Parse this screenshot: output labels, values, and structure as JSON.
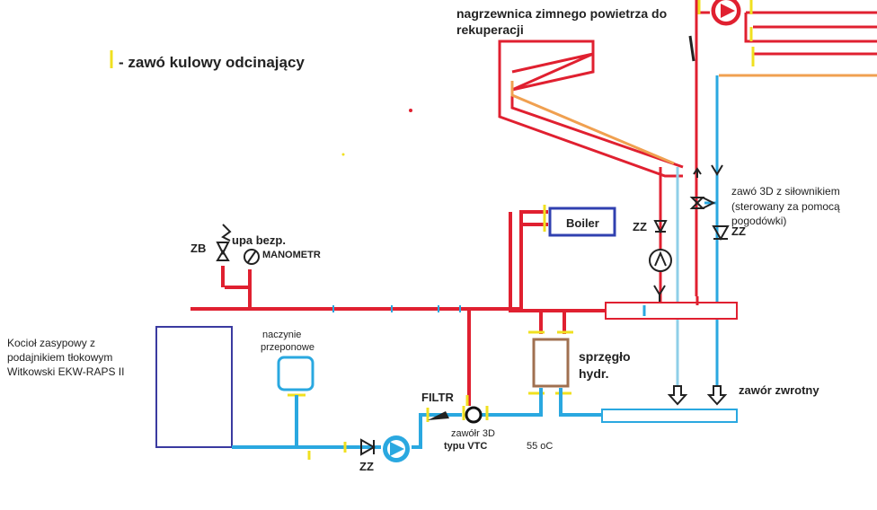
{
  "legend": {
    "text": "- zawó kulowy odcinający"
  },
  "labels": {
    "heater": "nagrzewnica zimnego powietrza do",
    "heater2": "rekuperacji",
    "boiler": "Boiler",
    "zb": "ZB",
    "safety": "upa bezp.",
    "manometer": "MANOMETR",
    "zz": "ZZ",
    "valve3d_1": "zawó 3D z siłownikiem",
    "valve3d_2": "(sterowany za pomocą",
    "valve3d_3": "pogodówki)",
    "kociol1": "Kocioł zasypowy z",
    "kociol2": "podajnikiem tłokowym",
    "kociol3": "Witkowski EKW-RAPS II",
    "naczynie1": "naczynie",
    "naczynie2": "przeponowe",
    "sprzeglo1": "sprzęgło",
    "sprzeglo2": "hydr.",
    "filtr": "FILTR",
    "vtc1": "zawółr 3D",
    "vtc2": "typu VTC",
    "temp": "55 oC",
    "zwrotny": "zawór zwrotny"
  },
  "colors": {
    "supply": "#e02030",
    "return": "#2aa8e0",
    "return_light": "#8fcfe8",
    "warm": "#f0a050",
    "boiler_border": "#3040b0",
    "kociol_border": "#3a3aa0",
    "sprzeglo_border": "#a07050",
    "valve_marker": "#f0e020"
  }
}
